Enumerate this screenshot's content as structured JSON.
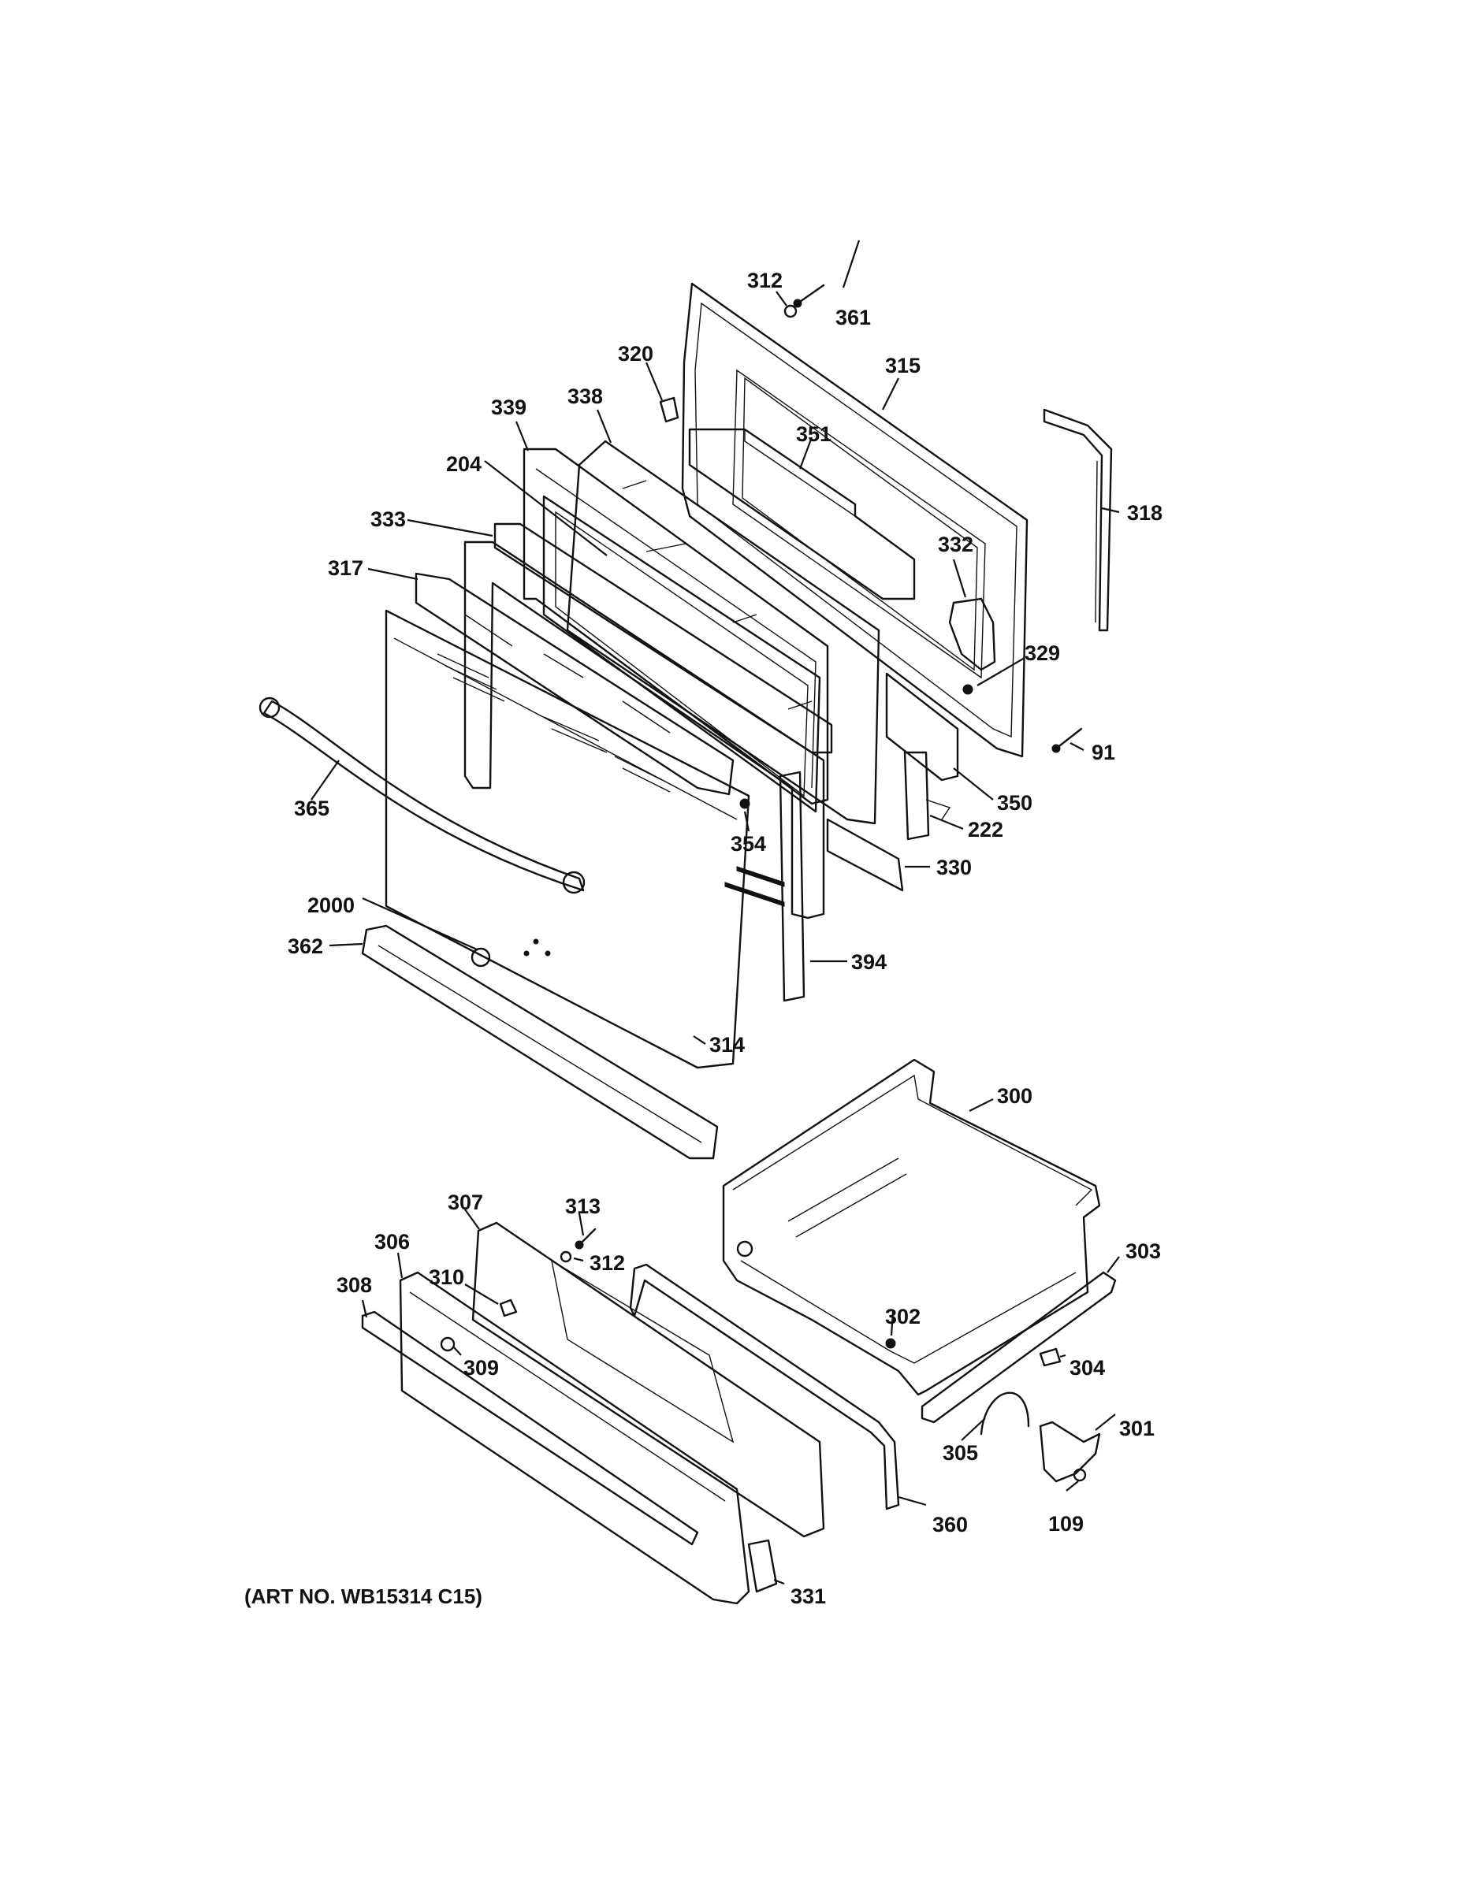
{
  "art_number": "(ART NO. WB15314 C15)",
  "callouts": {
    "c312a": "312",
    "c361": "361",
    "c320": "320",
    "c315": "315",
    "c339": "339",
    "c338": "338",
    "c351": "351",
    "c204": "204",
    "c318": "318",
    "c333": "333",
    "c332": "332",
    "c317": "317",
    "c329": "329",
    "c91": "91",
    "c365": "365",
    "c350": "350",
    "c222": "222",
    "c354": "354",
    "c330": "330",
    "c2000": "2000",
    "c362": "362",
    "c394": "394",
    "c314": "314",
    "c300": "300",
    "c307": "307",
    "c313": "313",
    "c306": "306",
    "c312b": "312",
    "c303": "303",
    "c308": "308",
    "c310": "310",
    "c302": "302",
    "c309": "309",
    "c304": "304",
    "c301": "301",
    "c305": "305",
    "c360": "360",
    "c109": "109",
    "c331": "331"
  }
}
